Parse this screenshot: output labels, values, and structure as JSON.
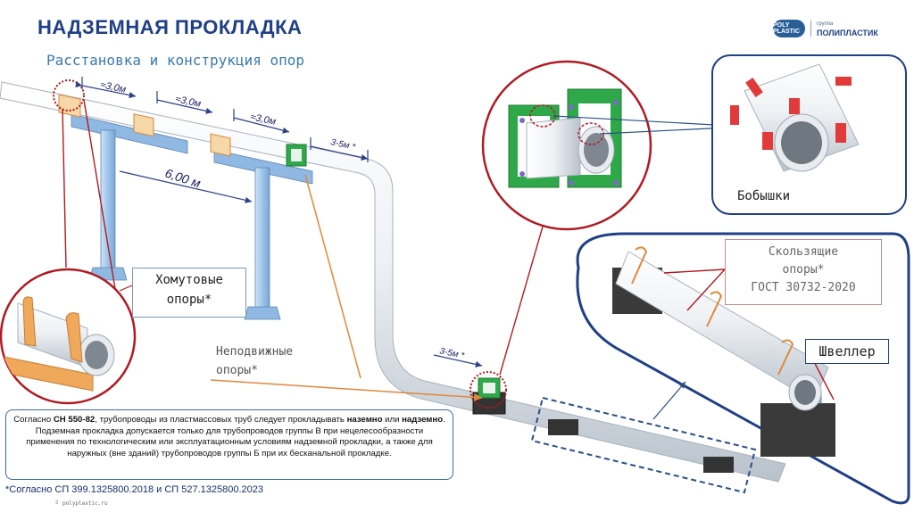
{
  "header": {
    "title": "НАДЗЕМНАЯ ПРОКЛАДКА",
    "subtitle": "Расстановка и конструкция опор"
  },
  "logo": {
    "mark": "POLY PLASTIC",
    "small": "группа",
    "name": "ПОЛИПЛАСТИК"
  },
  "dimensions": {
    "d1": "≈3,0м",
    "d2": "≈3,0м",
    "d3": "≈3,0м",
    "d4": "3-5м *",
    "d5": "6,00 м",
    "d6": "3-5м *"
  },
  "labels": {
    "clamp_line1": "Хомутовые",
    "clamp_line2": "опоры*",
    "fixed_line1": "Неподвижные",
    "fixed_line2": "опоры*",
    "bosses": "Бобышки",
    "sliding_line1": "Скользящие",
    "sliding_line2": "опоры*",
    "sliding_line3": "ГОСТ 30732-2020",
    "channel": "Швеллер"
  },
  "note": {
    "p1": "Согласно ",
    "b1": "СН 550-82",
    "p2": ", трубопроводы из пластмассовых труб следует прокладывать ",
    "b2": "наземно",
    "p3": " или ",
    "b3": "надземно",
    "p4": ". Подземная прокладка допускается только для трубопроводов группы В при нецелесообразности применения по технологическим или эксплуатационным условиям надземной прокладки, а также для наружных (вне зданий) трубопроводов группы Б при их бесканальной прокладке."
  },
  "footnote": "*Согласно СП 399.1325800.2018 и СП 527.1325800.2023",
  "footer": {
    "page": "3",
    "url": "polyplastic.ru"
  },
  "colors": {
    "title": "#1f3f86",
    "subtitle": "#3a7ab0",
    "red_circle": "#b11a22",
    "support_green": "#2fa84a",
    "steel_blue": "#9ec4ea",
    "concrete": "#3a3a3a",
    "boss_red": "#e23a3a",
    "clamp_orange": "#e09448",
    "dashed_blue": "#2a4f88"
  },
  "icons": {
    "logo": "polyplastic-logo"
  }
}
